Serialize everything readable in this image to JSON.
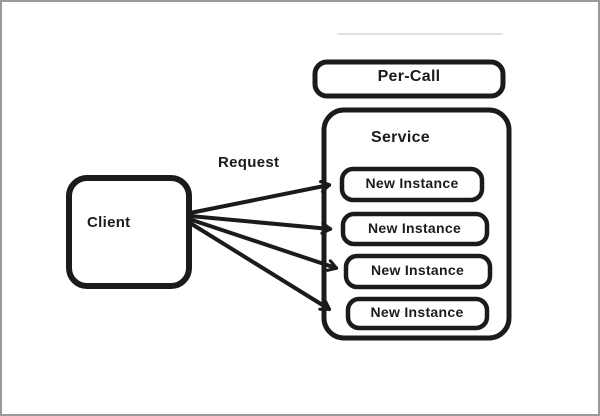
{
  "diagram": {
    "nodes": {
      "per_call": {
        "label": "Per-Call"
      },
      "service": {
        "label": "Service"
      },
      "client": {
        "label": "Client"
      },
      "instances": [
        {
          "label": "New Instance"
        },
        {
          "label": "New Instance"
        },
        {
          "label": "New Instance"
        },
        {
          "label": "New Instance"
        }
      ]
    },
    "edges": {
      "request_label": "Request",
      "arrow_count": 4,
      "from": "Client",
      "to": "New Instance"
    },
    "colors": {
      "stroke": "#1b1b1b",
      "background": "#ffffff",
      "frame_border": "#9a9a9a",
      "faint_artifact_line": "#e2e2e2"
    }
  }
}
